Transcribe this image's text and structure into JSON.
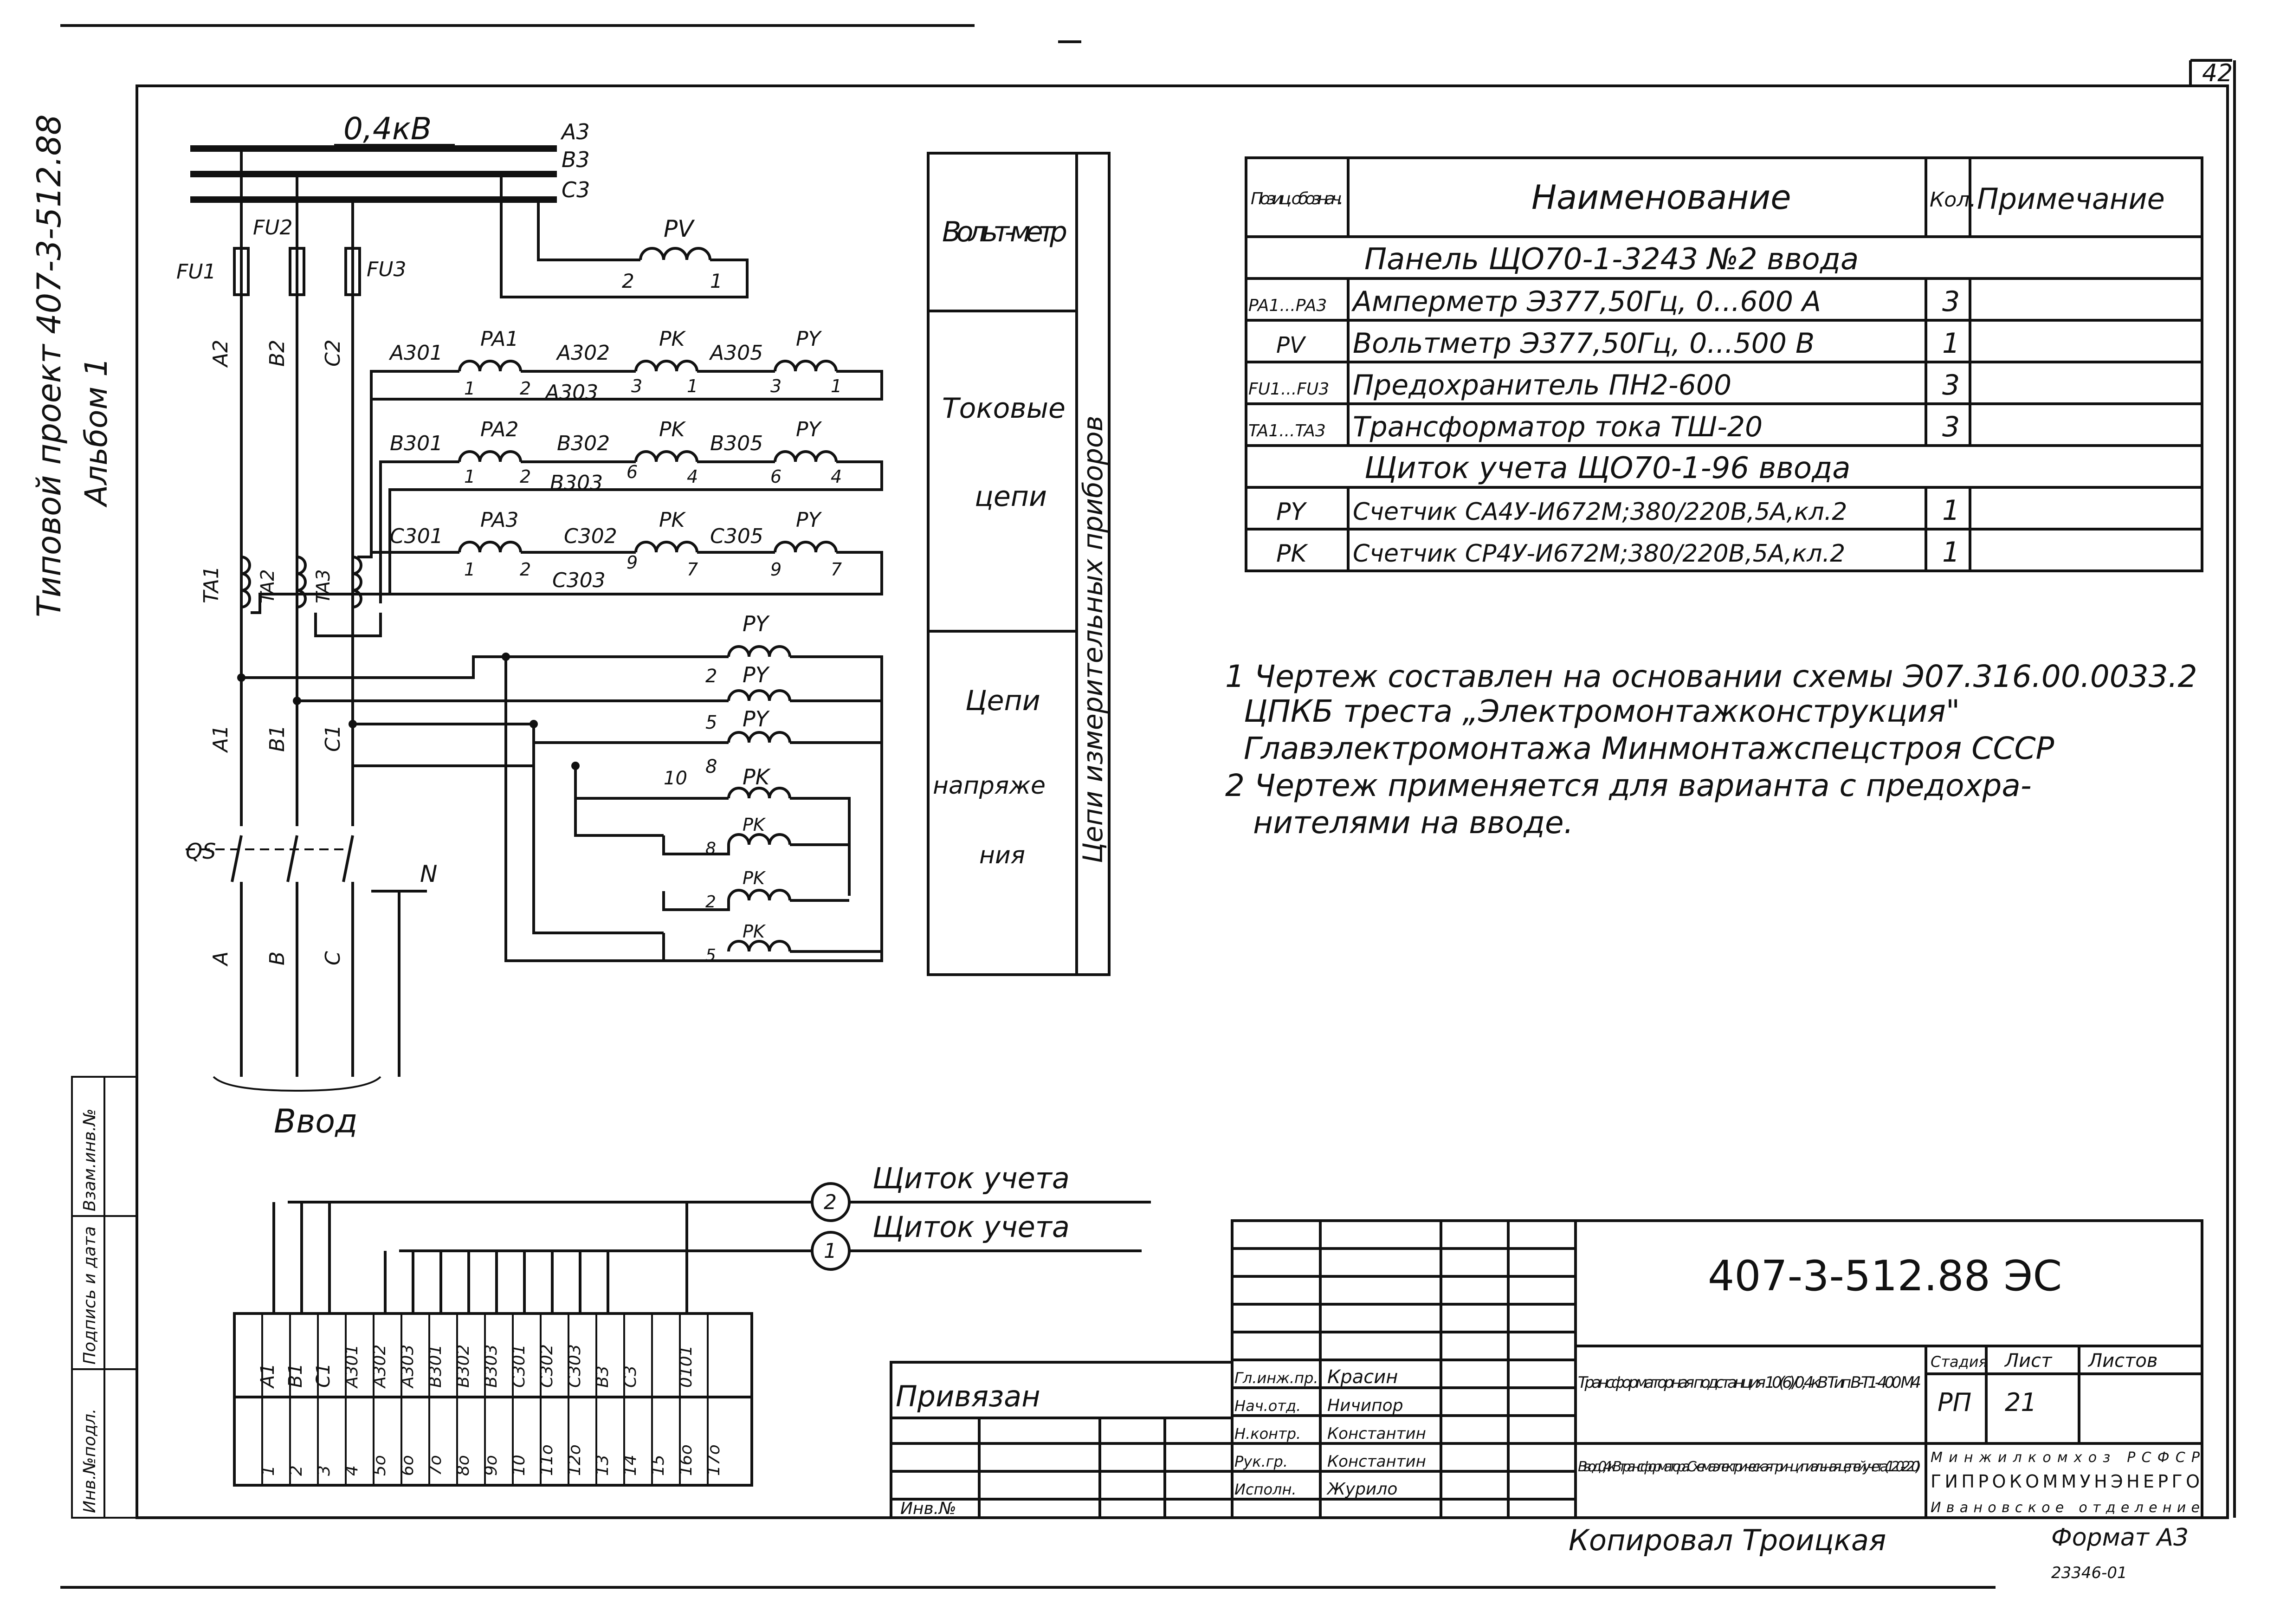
{
  "sheet": {
    "page_number": "42",
    "side_label_1": "Типовой проект 407-3-512.88",
    "side_label_2": "Альбом 1",
    "margin_labels": [
      "Инв.№подл.",
      "Подпись и дата",
      "Взам.инв.№"
    ]
  },
  "schematic": {
    "voltage": "0,4кВ",
    "bus_labels": [
      "A3",
      "B3",
      "C3"
    ],
    "fuses": [
      "FU1",
      "FU2",
      "FU3"
    ],
    "phase_top": [
      "A2",
      "B2",
      "C2"
    ],
    "phase_mid": [
      "A1",
      "B1",
      "C1"
    ],
    "ct_labels": [
      "TA1",
      "TA2",
      "TA3"
    ],
    "breaker": "QS",
    "phases": [
      "A",
      "B",
      "C"
    ],
    "neutral": "N",
    "input_label": "Ввод",
    "pv_label": "PV",
    "pv_terms": [
      "2",
      "1"
    ],
    "current_rows": [
      {
        "w1": "A301",
        "pa": "PA1",
        "w2": "A302",
        "w3": "A303",
        "w4": "A305",
        "t": [
          "1",
          "2",
          "3",
          "1",
          "3",
          "1"
        ]
      },
      {
        "w1": "B301",
        "pa": "PA2",
        "w2": "B302",
        "w3": "B303",
        "w4": "B305",
        "t": [
          "1",
          "2",
          "6",
          "4",
          "6",
          "4"
        ]
      },
      {
        "w1": "C301",
        "pa": "PA3",
        "w2": "C302",
        "w3": "C303",
        "w4": "C305",
        "t": [
          "1",
          "2",
          "9",
          "7",
          "9",
          "7"
        ]
      }
    ],
    "voltage_coils": [
      {
        "label": "PY",
        "term": "2"
      },
      {
        "label": "PY",
        "term": "5"
      },
      {
        "label": "PY",
        "term": "8"
      },
      {
        "label": "PK",
        "term": "10"
      },
      {
        "label": "PK",
        "term": "8"
      },
      {
        "label": "PK",
        "term": "2"
      },
      {
        "label": "PK",
        "term": "5"
      }
    ],
    "pk_label": "PK",
    "py_label": "PY"
  },
  "sections": {
    "voltmeter": "Вольт-метр",
    "current": [
      "Токовые",
      "цепи"
    ],
    "voltage": [
      "Цепи",
      "напряже",
      "ния"
    ],
    "vertical": "Цепи измерительных приборов"
  },
  "spec_table": {
    "headers": [
      "Позиц. обознач.",
      "Наименование",
      "Кол.",
      "Примечание"
    ],
    "rows": [
      {
        "pos": "",
        "name": "Панель ЩО70-1-3243 №2 ввода",
        "qty": "",
        "note": "",
        "group": true
      },
      {
        "pos": "PA1...PA3",
        "name": "Амперметр Э377,50Гц, 0...600 А",
        "qty": "3",
        "note": ""
      },
      {
        "pos": "PV",
        "name": "Вольтметр Э377,50Гц, 0...500 В",
        "qty": "1",
        "note": ""
      },
      {
        "pos": "FU1...FU3",
        "name": "Предохранитель ПН2-600",
        "qty": "3",
        "note": ""
      },
      {
        "pos": "TA1...TA3",
        "name": "Трансформатор тока ТШ-20",
        "qty": "3",
        "note": ""
      },
      {
        "pos": "",
        "name": "Щиток учета ЩО70-1-96 ввода",
        "qty": "",
        "note": "",
        "group": true
      },
      {
        "pos": "PY",
        "name": "Счетчик СА4У-И672М;380/220В,5А,кл.2",
        "qty": "1",
        "note": ""
      },
      {
        "pos": "PK",
        "name": "Счетчик СР4У-И672М;380/220В,5А,кл.2",
        "qty": "1",
        "note": ""
      }
    ]
  },
  "notes": [
    "1 Чертеж составлен на основании схемы Э07.316.00.0033.2",
    "ЦПКБ треста „Электромонтажконструкция\"",
    "Главэлектромонтажа Минмонтажспецстроя СССР",
    "2 Чертеж применяется для варианта с предохра-",
    "нителями на вводе."
  ],
  "terminal_block": {
    "labels": [
      "A1",
      "B1",
      "C1",
      "A301",
      "A302",
      "A303",
      "B301",
      "B302",
      "B303",
      "C301",
      "C302",
      "C303",
      "B3",
      "C3",
      "",
      "0101",
      ""
    ],
    "numbers": [
      "1",
      "2",
      "3",
      "4",
      "5о",
      "6о",
      "7о",
      "8о",
      "9о",
      "10",
      "11о",
      "12о",
      "13",
      "14",
      "15",
      "16о",
      "17о"
    ]
  },
  "shields": [
    {
      "num": "2",
      "label": "Щиток учета"
    },
    {
      "num": "1",
      "label": "Щиток учета"
    }
  ],
  "title_block": {
    "code": "407-3-512.88   ЭС",
    "bound": "Привязан",
    "inv_no": "Инв.№",
    "roles": [
      "Гл.инж.пр.",
      "Нач.отд.",
      "Н.контр.",
      "Рук.гр.",
      "Исполн."
    ],
    "names": [
      "Красин",
      "Ничипор",
      "Константин",
      "Константин",
      "Журило"
    ],
    "title": "Трансформаторная подстанция 10(6)/0,4кВ Тип В-Т1-400 М4",
    "subtitle": "Ввод 0,4кВ трансформатора. Схема электрическая принципиальная цепей учета (120-220)",
    "stage_headers": [
      "Стадия",
      "Лист",
      "Листов"
    ],
    "stage": "РП",
    "sheet": "21",
    "org_line1": "Минжилкомхоз РСФСР",
    "org_line2": "ГИПРОКОММУНЭНЕРГО",
    "org_line3": "Ивановское отделение",
    "copied": "Копировал Троицкая",
    "format": "Формат А3",
    "archive": "23346-01"
  }
}
